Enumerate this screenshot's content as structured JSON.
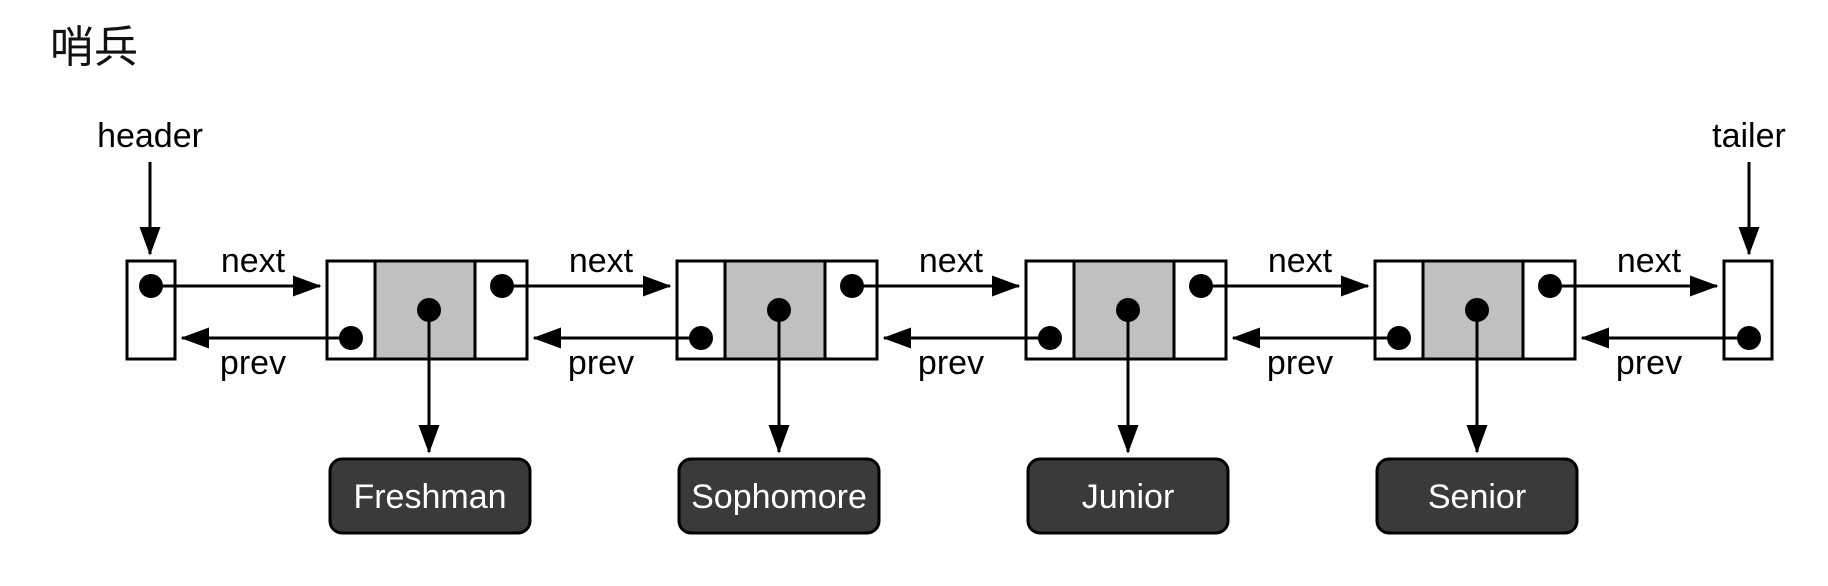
{
  "title": "哨兵",
  "diagram": {
    "header_label": "header",
    "tailer_label": "tailer",
    "next_label": "next",
    "prev_label": "prev",
    "colors": {
      "node_fill": "#ffffff",
      "data_fill": "#c0c0c0",
      "value_box_fill": "#3a3a3a",
      "stroke": "#000000",
      "value_text": "#ffffff"
    },
    "nodes": [
      {
        "value": "Freshman"
      },
      {
        "value": "Sophomore"
      },
      {
        "value": "Junior"
      },
      {
        "value": "Senior"
      }
    ]
  }
}
